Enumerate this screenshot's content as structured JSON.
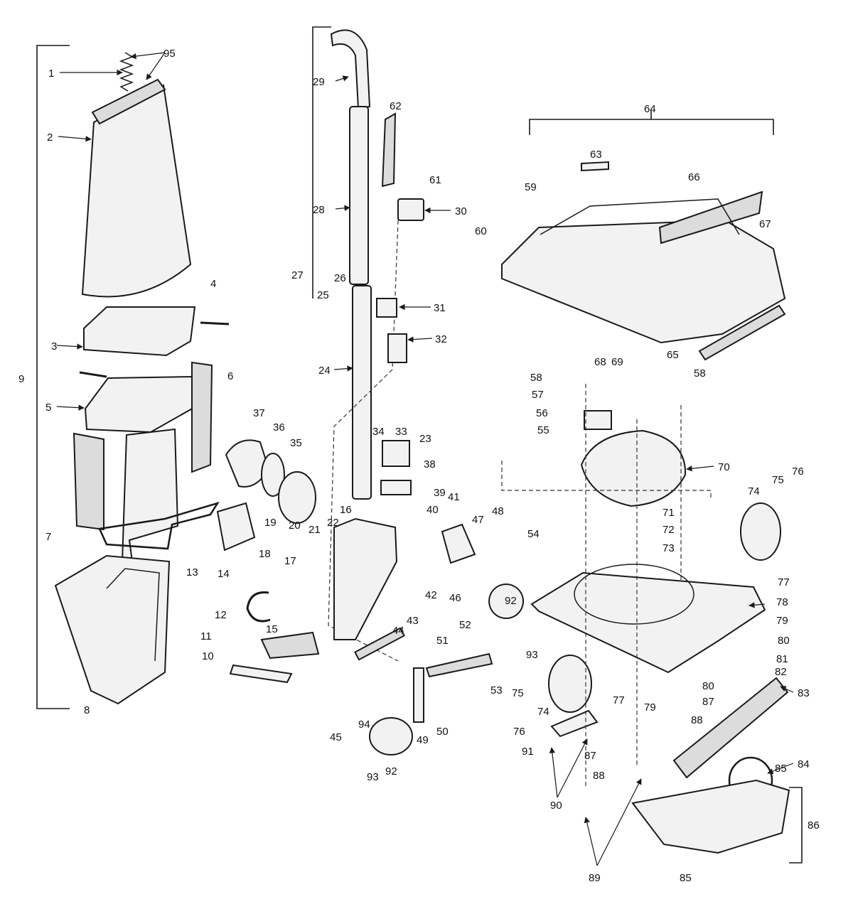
{
  "callouts": [
    "1",
    "2",
    "3",
    "4",
    "5",
    "6",
    "7",
    "8",
    "9",
    "10",
    "11",
    "12",
    "13",
    "14",
    "15",
    "16",
    "17",
    "18",
    "19",
    "20",
    "21",
    "22",
    "23",
    "24",
    "25",
    "26",
    "27",
    "28",
    "29",
    "30",
    "31",
    "32",
    "33",
    "34",
    "35",
    "36",
    "37",
    "38",
    "39",
    "40",
    "41",
    "42",
    "43",
    "44",
    "45",
    "46",
    "47",
    "48",
    "49",
    "50",
    "51",
    "52",
    "53",
    "54",
    "55",
    "56",
    "57",
    "58",
    "59",
    "60",
    "61",
    "62",
    "63",
    "64",
    "65",
    "66",
    "67",
    "68",
    "69",
    "70",
    "71",
    "72",
    "73",
    "74",
    "75",
    "76",
    "77",
    "78",
    "79",
    "80",
    "81",
    "82",
    "83",
    "84",
    "85",
    "86",
    "87",
    "88",
    "89",
    "90",
    "91",
    "92",
    "93",
    "94",
    "95"
  ]
}
